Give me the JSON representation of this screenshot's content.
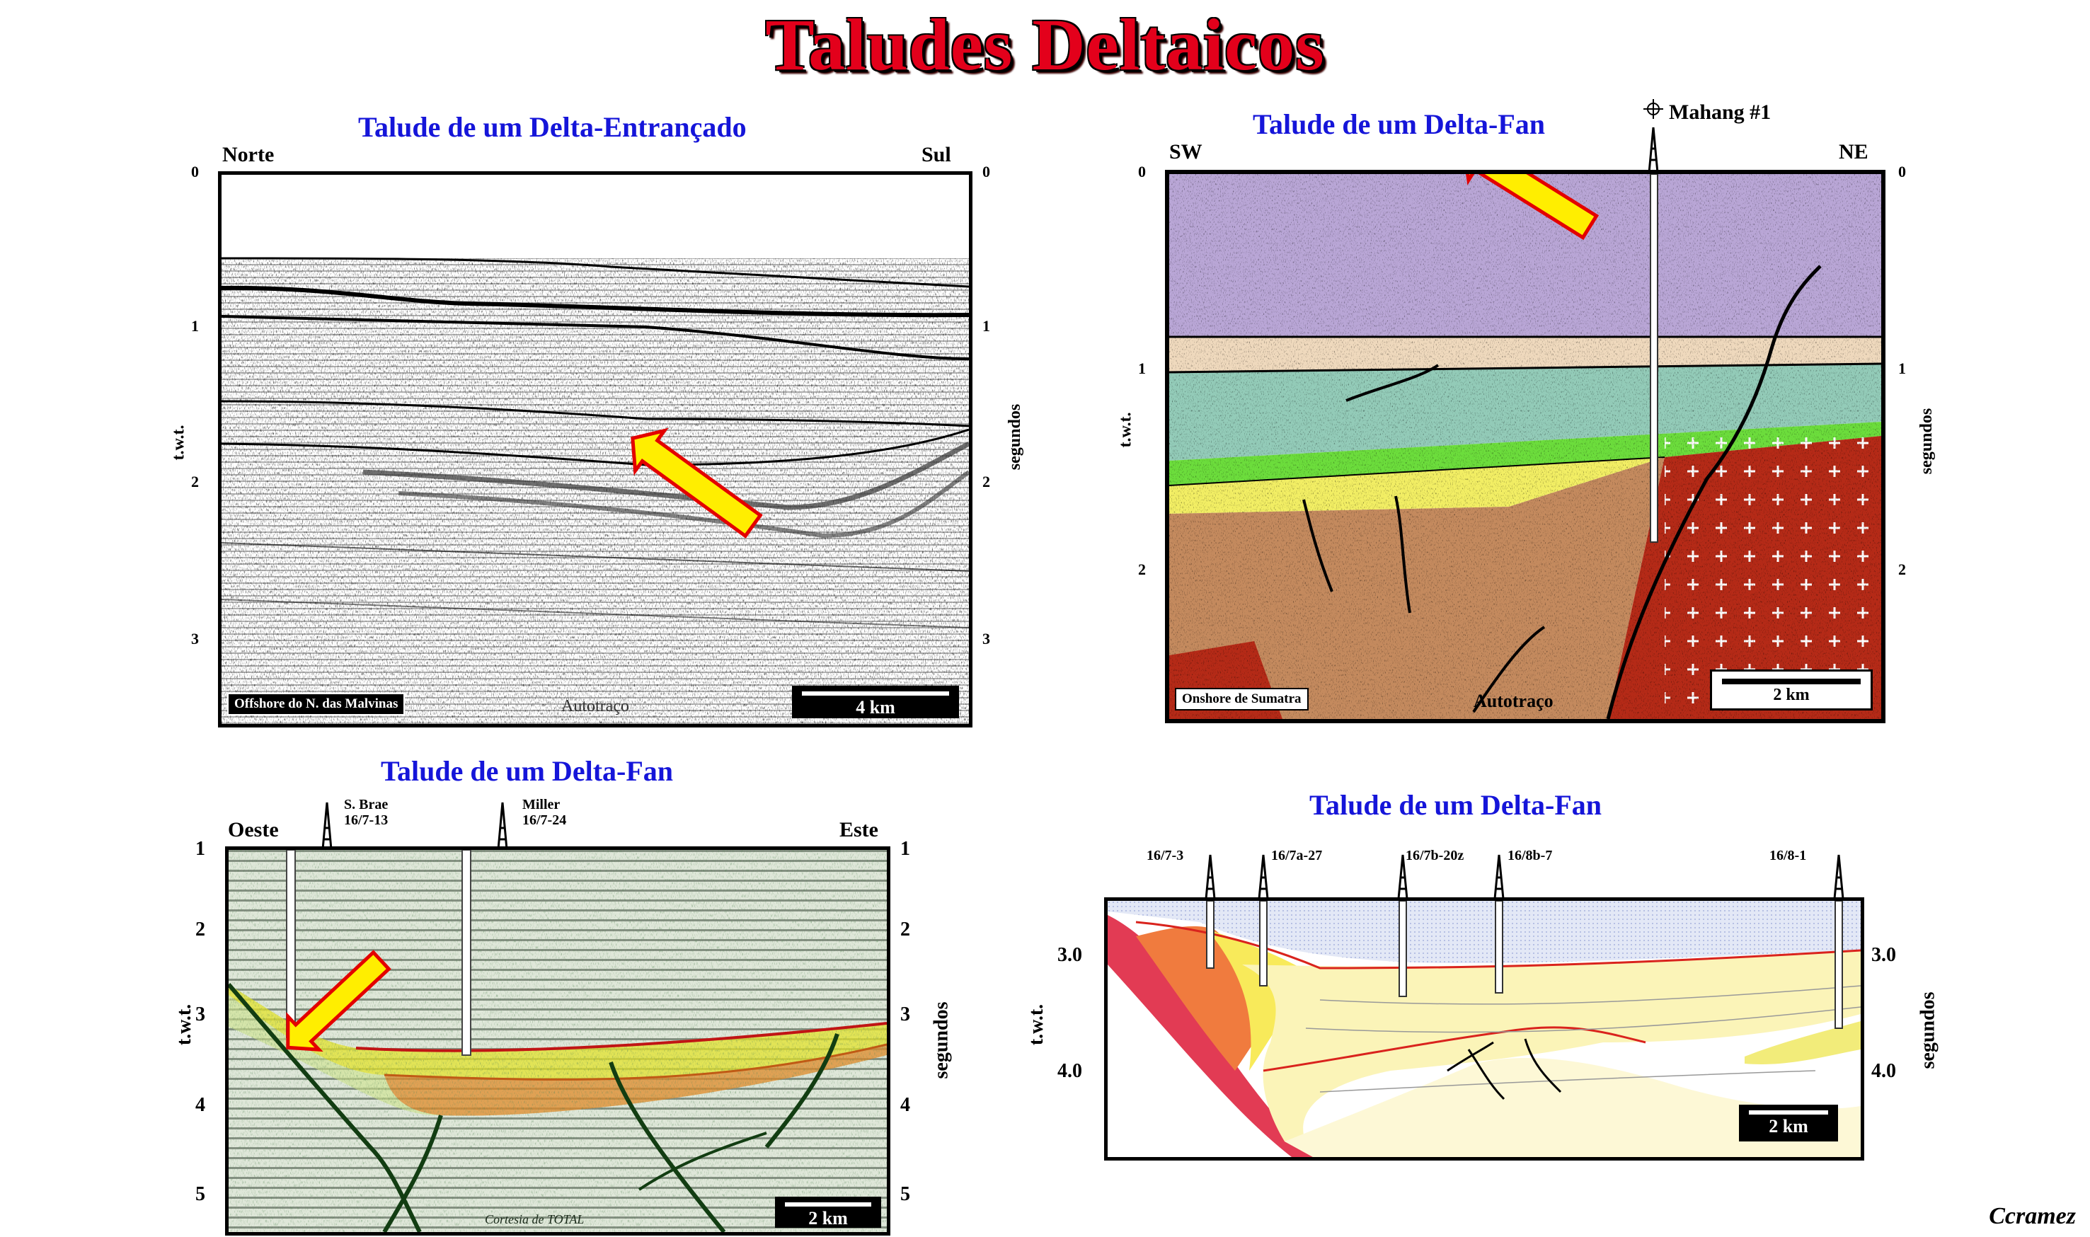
{
  "title": "Taludes Deltaicos",
  "credit": "Ccramez",
  "panels": {
    "p1": {
      "title": "Talude de um Delta-Entrançado",
      "left_dir": "Norte",
      "right_dir": "Sul",
      "ticks": [
        "0",
        "1",
        "2",
        "3"
      ],
      "left_axis": "t.w.t.",
      "right_axis": "segundos",
      "caption": "Offshore do N. das Malvinas",
      "watermark": "Autotraço",
      "scale": "4 km"
    },
    "p2": {
      "title": "Talude de um Delta-Fan",
      "left_dir": "SW",
      "right_dir": "NE",
      "ticks": [
        "0",
        "1",
        "2"
      ],
      "left_axis": "t.w.t.",
      "right_axis": "segundos",
      "well": "Mahang #1",
      "caption": "Onshore de Sumatra",
      "watermark": "Autotraço",
      "scale": "2 km"
    },
    "p3": {
      "title": "Talude de um Delta-Fan",
      "left_dir": "Oeste",
      "right_dir": "Este",
      "ticks": [
        "1",
        "2",
        "3",
        "4",
        "5"
      ],
      "left_axis": "t.w.t.",
      "right_axis": "segundos",
      "well1": [
        "S. Brae",
        "16/7-13"
      ],
      "well2": [
        "Miller",
        "16/7-24"
      ],
      "watermark": "Cortesia de TOTAL",
      "scale": "2 km"
    },
    "p4": {
      "title": "Talude de um Delta-Fan",
      "ticks": [
        "3.0",
        "4.0"
      ],
      "left_axis": "t.w.t.",
      "right_axis": "segundos",
      "wells": [
        "16/7-3",
        "16/7a-27",
        "16/7b-20z",
        "16/8b-7",
        "16/8-1"
      ],
      "scale": "2 km"
    }
  },
  "colors": {
    "title_red": "#e3001b",
    "panel_title_blue": "#1515d9",
    "arrow_fill": "#ffee00",
    "arrow_edge": "#e30000",
    "purple_layer": "#b9a6d6",
    "tan_layer": "#efd9bd",
    "teal_layer": "#93cbb8",
    "green_layer": "#6cdd3c",
    "yellow_layer": "#f2ee64",
    "brown_layer": "#c48a5e",
    "basement_red": "#b52a17"
  }
}
